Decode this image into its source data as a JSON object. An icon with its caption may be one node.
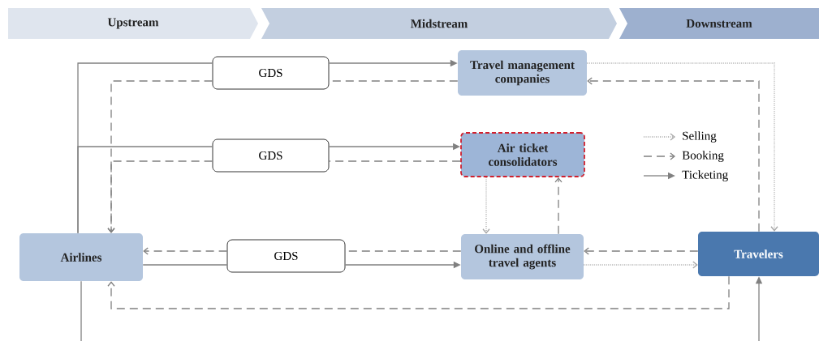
{
  "diagram": {
    "nodes": [
      {
        "text": [
          "Upstream"
        ]
      },
      {
        "text": [
          "Midstream"
        ]
      },
      {
        "text": [
          "Downstream"
        ]
      },
      {
        "text": [
          "GDS"
        ]
      },
      {
        "text": [
          "Travel management companies"
        ]
      },
      {
        "text": [
          "GDS"
        ]
      },
      {
        "text": [
          "Air ticket consolidators"
        ]
      },
      {
        "text": [
          "Airlines"
        ]
      },
      {
        "text": [
          "GDS"
        ]
      },
      {
        "text": [
          "Online and offline travel agents"
        ]
      },
      {
        "text": [
          "Travelers"
        ]
      }
    ],
    "edges": [
      {
        "from": 7,
        "to": 3,
        "arrow": "none"
      },
      {
        "from": 3,
        "to": 4,
        "arrow": "to"
      },
      {
        "from": 7,
        "to": 5,
        "arrow": "none"
      },
      {
        "from": 5,
        "to": 6,
        "arrow": "to"
      },
      {
        "from": 7,
        "to": 8,
        "arrow": "none"
      },
      {
        "from": 8,
        "to": 9,
        "arrow": "to"
      },
      {
        "from": 4,
        "to": 3,
        "arrow": "none",
        "style": "dashed"
      },
      {
        "from": 3,
        "to": 7,
        "arrow": "to",
        "style": "dashed"
      },
      {
        "from": 6,
        "to": 5,
        "arrow": "none",
        "style": "dashed"
      },
      {
        "from": 5,
        "to": 7,
        "arrow": "to",
        "style": "dashed"
      },
      {
        "from": 9,
        "to": 8,
        "arrow": "none",
        "style": "dashed"
      },
      {
        "from": 8,
        "to": 7,
        "arrow": "to",
        "style": "dashed"
      },
      {
        "from": 10,
        "to": 4,
        "arrow": "to",
        "style": "dashed"
      },
      {
        "from": 10,
        "to": 9,
        "arrow": "to",
        "style": "dashed"
      },
      {
        "from": 10,
        "to": 7,
        "arrow": "to",
        "style": "dashed"
      },
      {
        "from": 9,
        "to": 6,
        "arrow": "to",
        "style": "dashed"
      },
      {
        "from": 4,
        "to": 10,
        "arrow": "to",
        "style": "dashed",
        "color": "#a6a6a6"
      },
      {
        "from": 6,
        "to": 9,
        "arrow": "to",
        "style": "dashed",
        "color": "#a6a6a6"
      },
      {
        "from": 9,
        "to": 10,
        "arrow": "to",
        "style": "dashed",
        "color": "#a6a6a6"
      },
      {
        "from": null,
        "to": 10,
        "arrow": "to"
      },
      {
        "from": 7,
        "to": null,
        "arrow": "none"
      }
    ],
    "legend": [
      {
        "text": "Selling"
      },
      {
        "text": "Booking"
      },
      {
        "text": "Ticketing"
      }
    ]
  }
}
